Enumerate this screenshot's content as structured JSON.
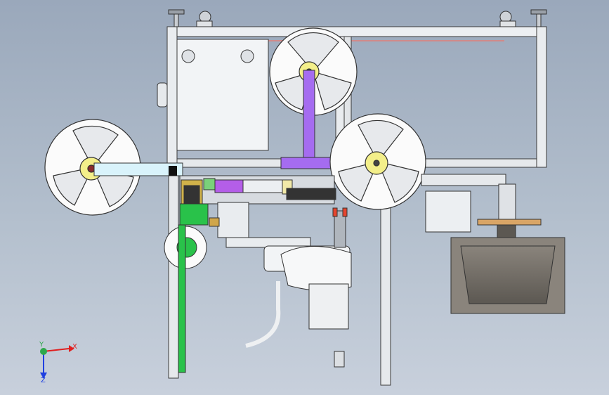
{
  "view": {
    "axis_x_label": "X",
    "axis_y_label": "Y",
    "axis_z_label": "Z"
  },
  "colors": {
    "background_top": "#9aa8bb",
    "background_bottom": "#c8d0dc",
    "frame": "#e9ecef",
    "reel_hub": "#f3ef8a",
    "arm_purple": "#a56cf0",
    "arm_cyan": "#d9f3fb",
    "green_part": "#29c24a",
    "hopper": "#6f6a64",
    "tray": "#d9a566"
  }
}
